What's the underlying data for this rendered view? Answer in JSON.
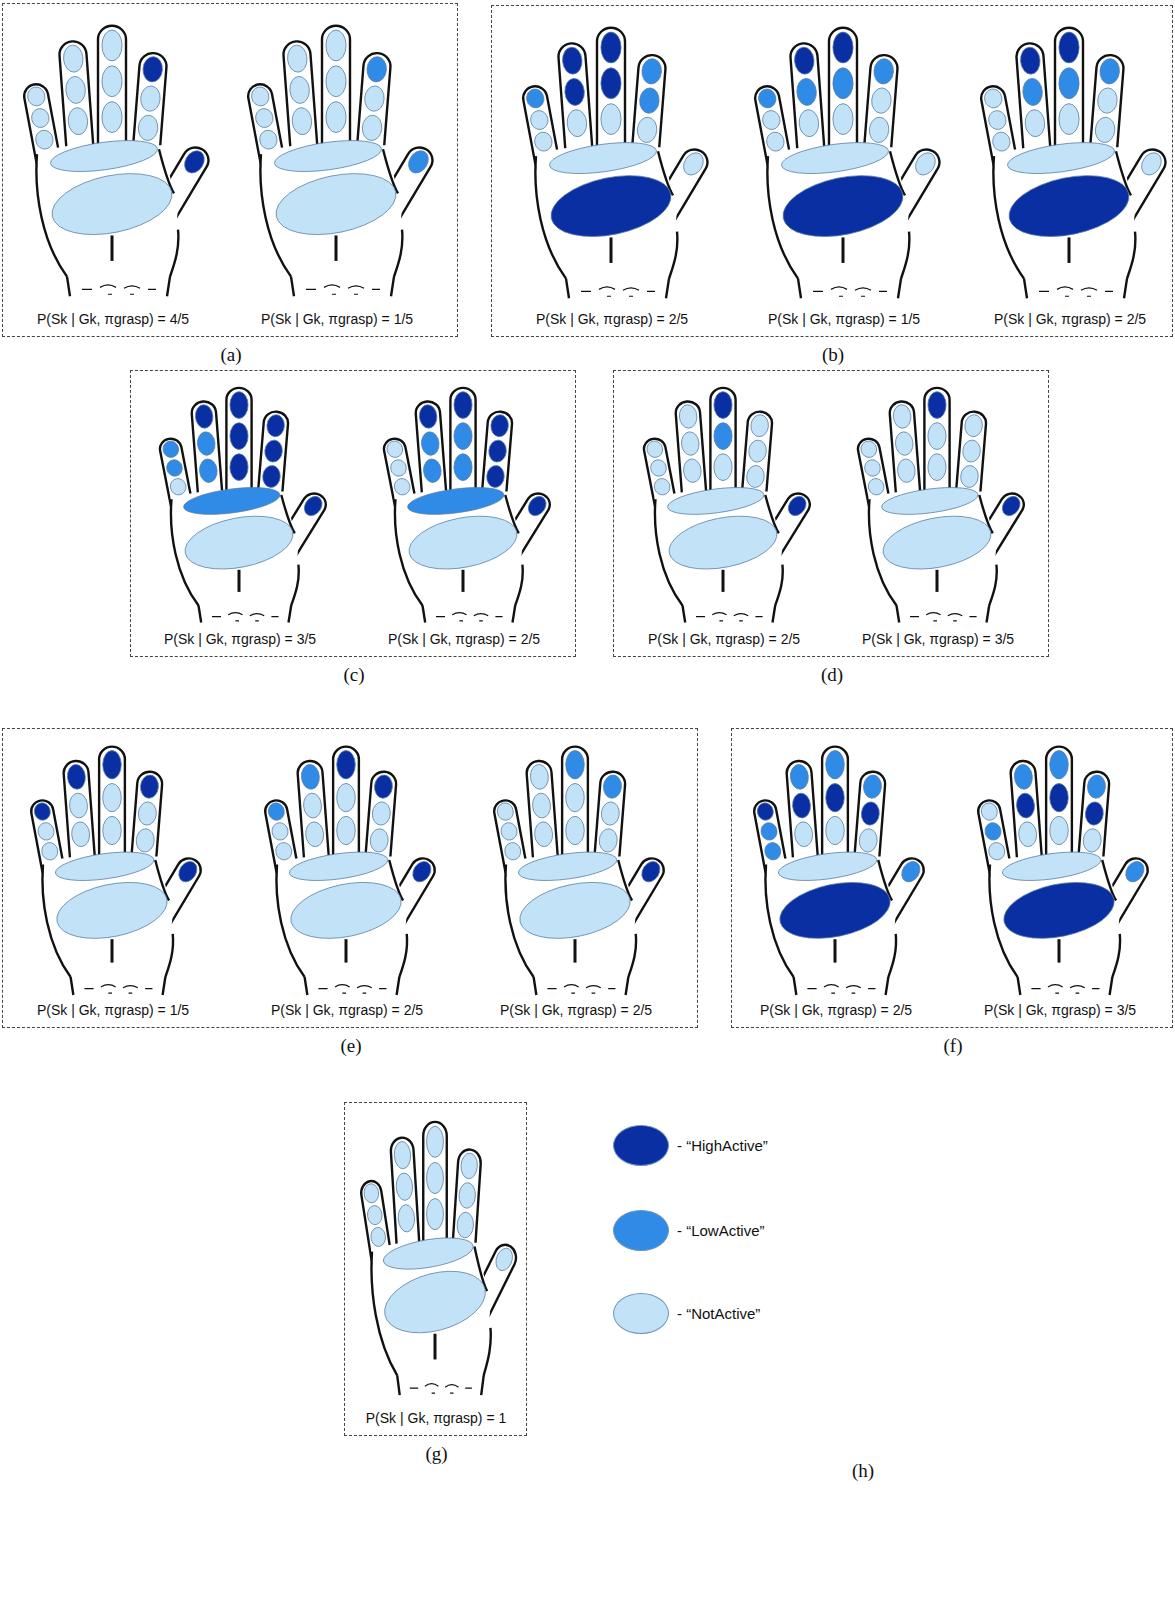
{
  "diagram": {
    "nodes": [
      {
        "text": [
          "P(Sk | Gk, πgrasp) = 4/5",
          "P(Sk | Gk, πgrasp) = 1/5",
          "(a)"
        ]
      },
      {
        "text": [
          "P(Sk | Gk, πgrasp) = 2/5",
          "P(Sk | Gk, πgrasp) = 1/5",
          "P(Sk | Gk, πgrasp) = 2/5",
          "(b)"
        ]
      },
      {
        "text": [
          "P(Sk | Gk, πgrasp) = 3/5",
          "P(Sk | Gk, πgrasp) = 2/5",
          "(c)"
        ]
      },
      {
        "text": [
          "P(Sk | Gk, πgrasp) = 2/5",
          "P(Sk | Gk, πgrasp) = 3/5",
          "(d)"
        ]
      },
      {
        "text": [
          "P(Sk | Gk, πgrasp) = 1/5",
          "P(Sk | Gk, πgrasp) = 2/5",
          "P(Sk | Gk, πgrasp) = 2/5",
          "(e)"
        ]
      },
      {
        "text": [
          "P(Sk | Gk, πgrasp) = 2/5",
          "P(Sk | Gk, πgrasp) = 3/5",
          "(f)"
        ]
      },
      {
        "text": [
          "P(Sk | Gk, πgrasp) = 1",
          "(g)"
        ]
      }
    ],
    "labels": [
      "(h)"
    ],
    "legend": [
      {
        "text": "- “HighActive”",
        "color": "#0a2fa3"
      },
      {
        "text": "- “LowActive”",
        "color": "#2f8be6"
      },
      {
        "text": "- “NotActive”",
        "color": "#c2e2f8"
      }
    ]
  }
}
